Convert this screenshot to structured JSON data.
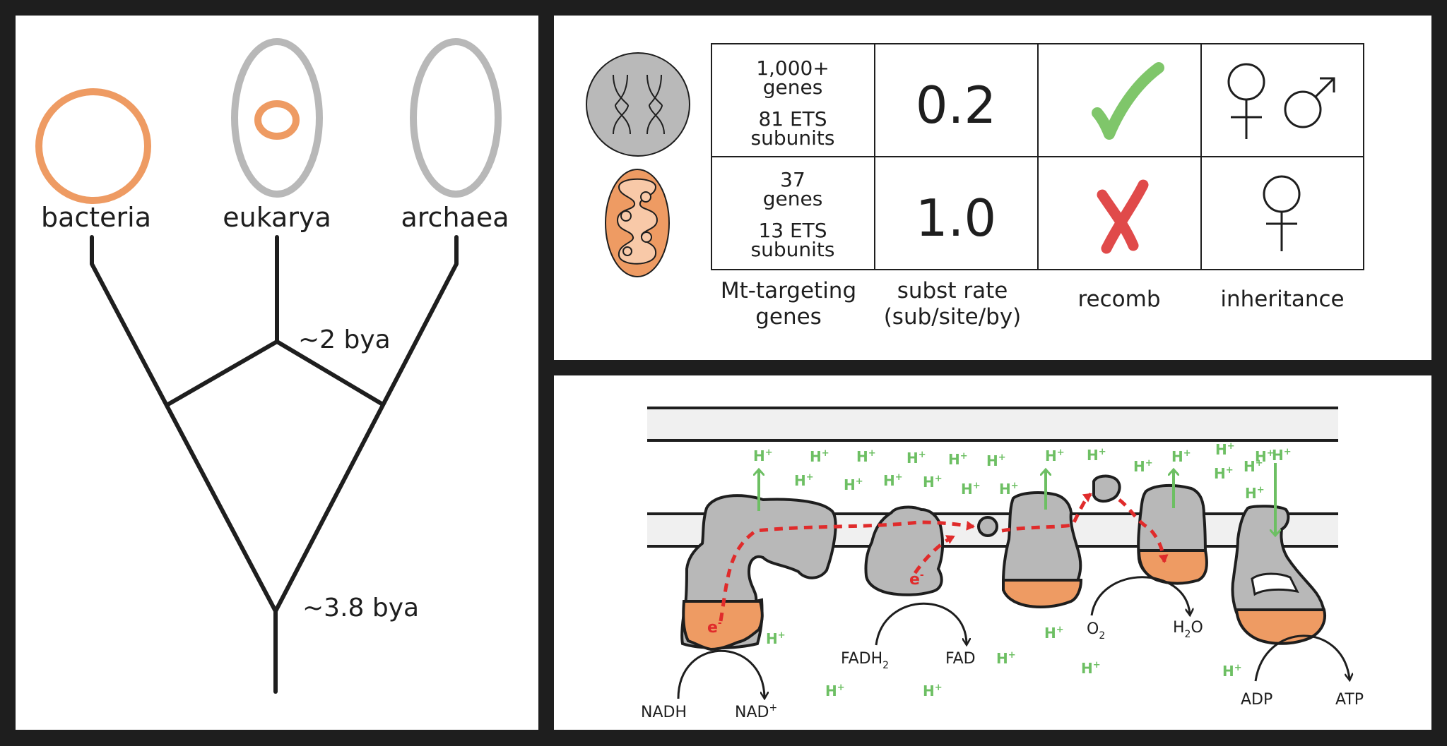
{
  "tree": {
    "labels": {
      "bacteria": "bacteria",
      "eukarya": "eukarya",
      "archaea": "archaea"
    },
    "times": {
      "split_recent": "~2 bya",
      "split_root": "~3.8 bya"
    },
    "colors": {
      "line": "#1e1e1e",
      "orange": "#ee9b63",
      "gray": "#b8b8b8"
    }
  },
  "table": {
    "rows": [
      {
        "genes_line1": "1,000+",
        "genes_line2": "genes",
        "ets_line1": "81 ETS",
        "ets_line2": "subunits",
        "rate": "0.2",
        "recomb": "yes",
        "inheritance": "female+male"
      },
      {
        "genes_line1": "37",
        "genes_line2": "genes",
        "ets_line1": "13 ETS",
        "ets_line2": "subunits",
        "rate": "1.0",
        "recomb": "no",
        "inheritance": "female"
      }
    ],
    "column_labels": {
      "mt_line1": "Mt-targeting",
      "mt_line2": "genes",
      "rate_line1": "subst rate",
      "rate_line2": "(sub/site/by)",
      "recomb": "recomb",
      "inheritance": "inheritance"
    },
    "colors": {
      "check": "#7fc66a",
      "cross": "#e04a4a",
      "nucleus": "#b9b9b9",
      "mito": "#ee9b63",
      "mito_inner": "#f8c9a8"
    }
  },
  "ets": {
    "h_label": "H",
    "h_sup": "+",
    "e_label": "e",
    "e_sup": "-",
    "molecules": {
      "nadh": "NADH",
      "nad_plus": "NAD",
      "nad_sup": "+",
      "fadh2": "FADH",
      "fadh2_sub": "2",
      "fad": "FAD",
      "o2": "O",
      "o2_sub": "2",
      "h2o_h": "H",
      "h2o_sub": "2",
      "h2o_o": "O",
      "adp": "ADP",
      "atp": "ATP"
    },
    "colors": {
      "proton": "#6dbf63",
      "electron": "#e02b2b",
      "complex": "#b8b8b8",
      "matrix_part": "#ee9b63",
      "membrane": "#f0f0f0"
    }
  }
}
